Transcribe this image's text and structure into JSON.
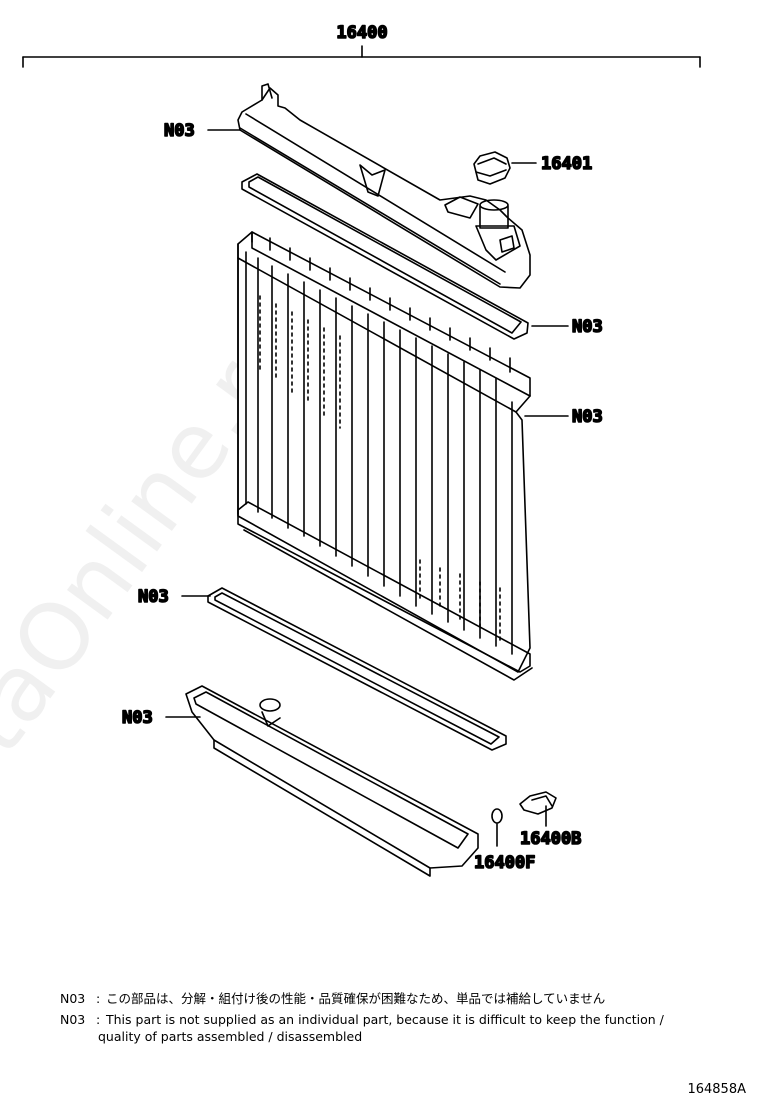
{
  "parts": {
    "assembly": "16400",
    "cap": "16401",
    "upper_tank": "N03",
    "upper_gasket": "N03",
    "core": "N03",
    "lower_gasket": "N03",
    "lower_tank": "N03",
    "drain_cock": "16400B",
    "drain_packing": "16400F"
  },
  "notes": {
    "jp_code": "N03",
    "jp_text": "この部品は、分解・組付け後の性能・品質確保が困難なため、単品では補給していません",
    "en_code": "N03",
    "en_line1": "This part is not supplied as an individual part, because it is difficult to keep the function /",
    "en_line2": "quality of parts assembled / disassembled"
  },
  "figure_id": "164858A",
  "watermark": "ToyotaOnline.ru"
}
